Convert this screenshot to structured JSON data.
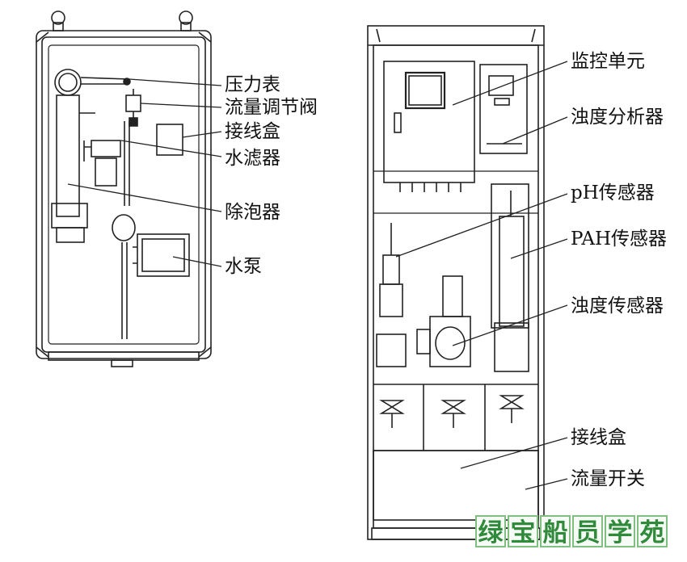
{
  "left_panel": {
    "labels": {
      "pressure_gauge": "压力表",
      "flow_valve": "流量调节阀",
      "junction_box": "接线盒",
      "water_filter": "水滤器",
      "defoamer": "除泡器",
      "water_pump": "水泵"
    }
  },
  "right_panel": {
    "labels": {
      "monitor_unit": "监控单元",
      "turbidity_analyzer": "浊度分析器",
      "ph_sensor": "pH传感器",
      "pah_sensor": "PAH传感器",
      "turbidity_sensor": "浊度传感器",
      "junction_box": "接线盒",
      "flow_switch": "流量开关"
    }
  },
  "watermark": [
    "绿",
    "宝",
    "船",
    "员",
    "学",
    "苑"
  ],
  "colors": {
    "line": "#222222",
    "frame": "#333333",
    "watermark": "#2f8a3a"
  }
}
